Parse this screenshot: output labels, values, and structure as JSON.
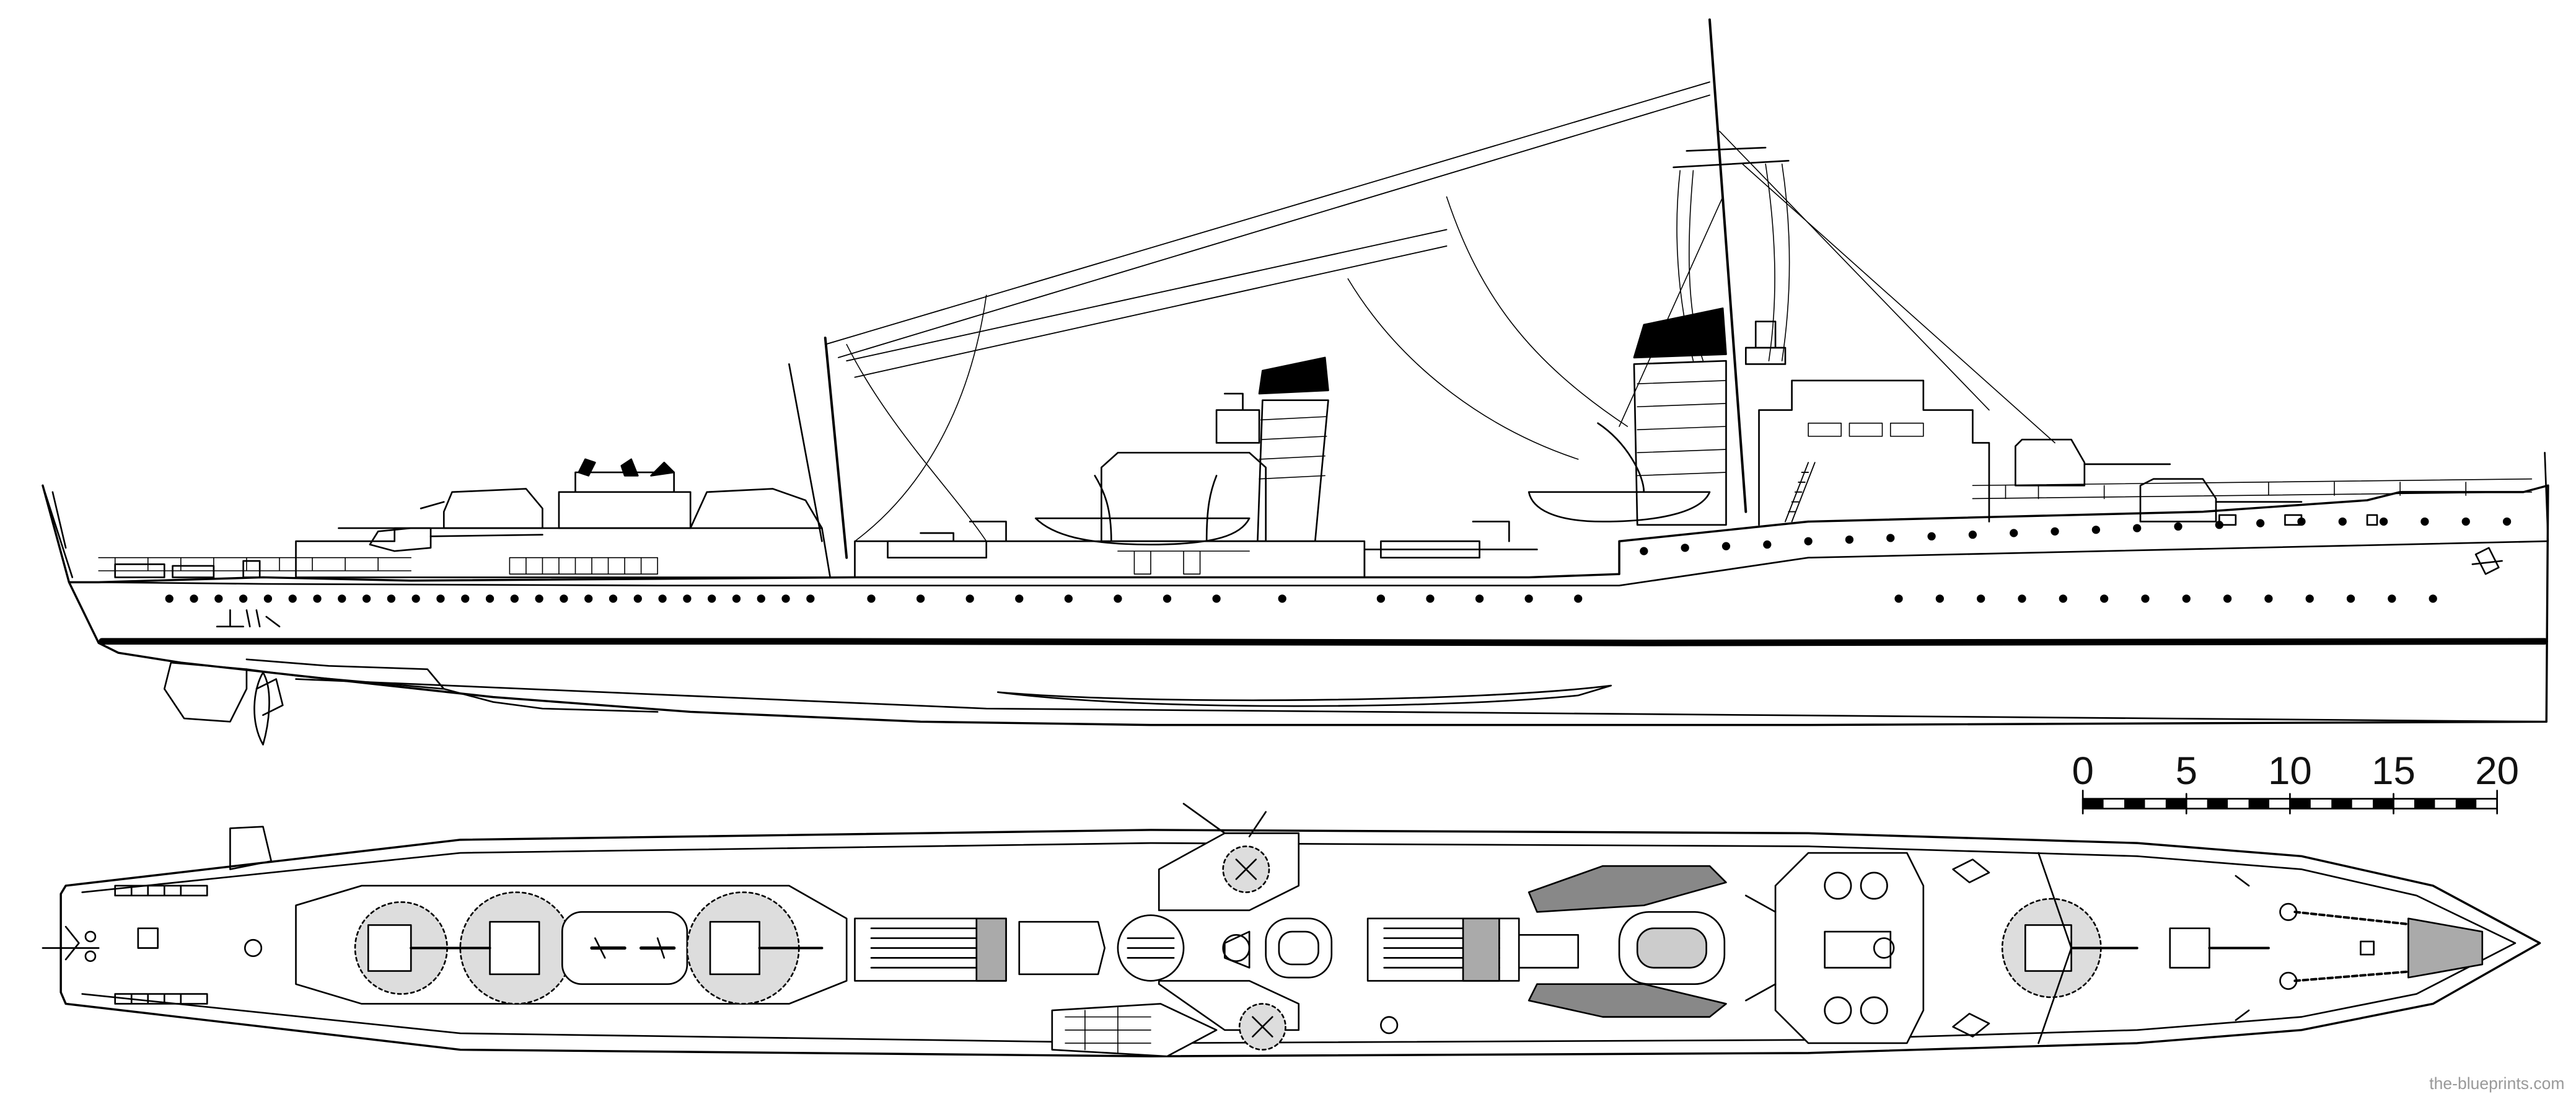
{
  "scale_bar": {
    "ticks": [
      "0",
      "5",
      "10",
      "15",
      "20"
    ],
    "segments": 20
  },
  "credit": "the-blueprints.com"
}
